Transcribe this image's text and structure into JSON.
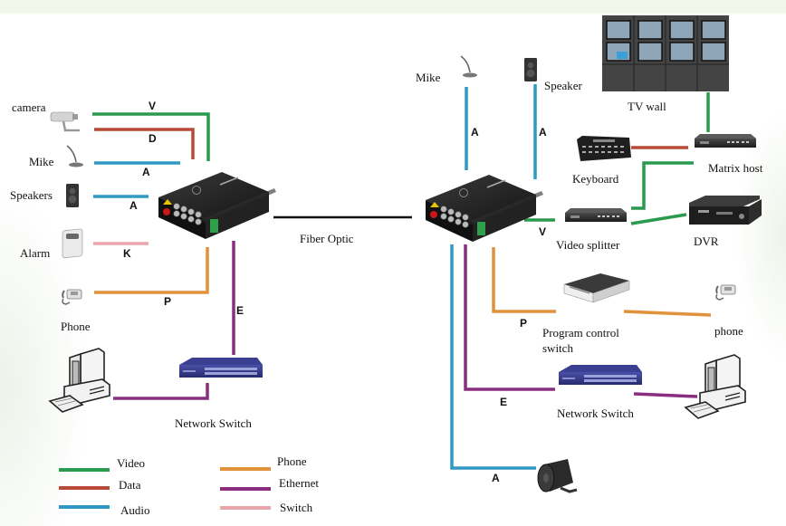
{
  "colors": {
    "video": "#2a9a4e",
    "data": "#b94a37",
    "audio": "#2f98c4",
    "phone": "#e0913a",
    "ethernet": "#8a2f80",
    "switch": "#eaa5aa",
    "fiber": "#111111"
  },
  "left_side": {
    "devices": [
      {
        "id": "camera",
        "label": "camera",
        "icon": "camera-icon"
      },
      {
        "id": "mike",
        "label": "Mike",
        "icon": "microphone-icon"
      },
      {
        "id": "speakers",
        "label": "Speakers",
        "icon": "speaker-icon"
      },
      {
        "id": "alarm",
        "label": "Alarm",
        "icon": "alarm-icon"
      },
      {
        "id": "phone",
        "label": "Phone",
        "icon": "phone-icon"
      }
    ],
    "computer": {
      "icon": "computer-icon"
    },
    "network_switch": {
      "label": "Network Switch",
      "icon": "network-switch-icon"
    },
    "converter": {
      "icon": "fiber-converter-icon"
    },
    "line_codes": {
      "V": "V",
      "D": "D",
      "A1": "A",
      "A2": "A",
      "K": "K",
      "P": "P",
      "E": "E"
    }
  },
  "fiber": {
    "label": "Fiber Optic"
  },
  "right_side": {
    "mike": {
      "label": "Mike",
      "icon": "microphone-icon"
    },
    "speaker": {
      "label": "Speaker",
      "icon": "speaker-icon"
    },
    "tv_wall": {
      "label": "TV wall",
      "icon": "tv-wall-icon"
    },
    "keyboard": {
      "label": "Keyboard",
      "icon": "keyboard-icon"
    },
    "matrix_host": {
      "label": "Matrix host",
      "icon": "matrix-host-icon"
    },
    "video_splitter": {
      "label": "Video splitter",
      "icon": "video-splitter-icon"
    },
    "dvr": {
      "label": "DVR",
      "icon": "dvr-icon"
    },
    "program_switch": {
      "label_line1": "Program control",
      "label_line2": "switch",
      "icon": "program-control-switch-icon"
    },
    "phone": {
      "label": "phone",
      "icon": "phone-icon"
    },
    "network_switch": {
      "label": "Network Switch",
      "icon": "network-switch-icon"
    },
    "computer": {
      "icon": "computer-icon"
    },
    "horn_speaker": {
      "icon": "horn-speaker-icon"
    },
    "converter": {
      "icon": "fiber-converter-icon"
    },
    "line_codes": {
      "A1": "A",
      "A2": "A",
      "V": "V",
      "P": "P",
      "E": "E",
      "A3": "A"
    }
  },
  "legend": {
    "items": [
      {
        "key": "video",
        "label": "Video"
      },
      {
        "key": "data",
        "label": "Data"
      },
      {
        "key": "audio",
        "label": "Audio"
      },
      {
        "key": "phone",
        "label": "Phone"
      },
      {
        "key": "ethernet",
        "label": "Ethernet"
      },
      {
        "key": "switch",
        "label": "Switch"
      }
    ]
  }
}
